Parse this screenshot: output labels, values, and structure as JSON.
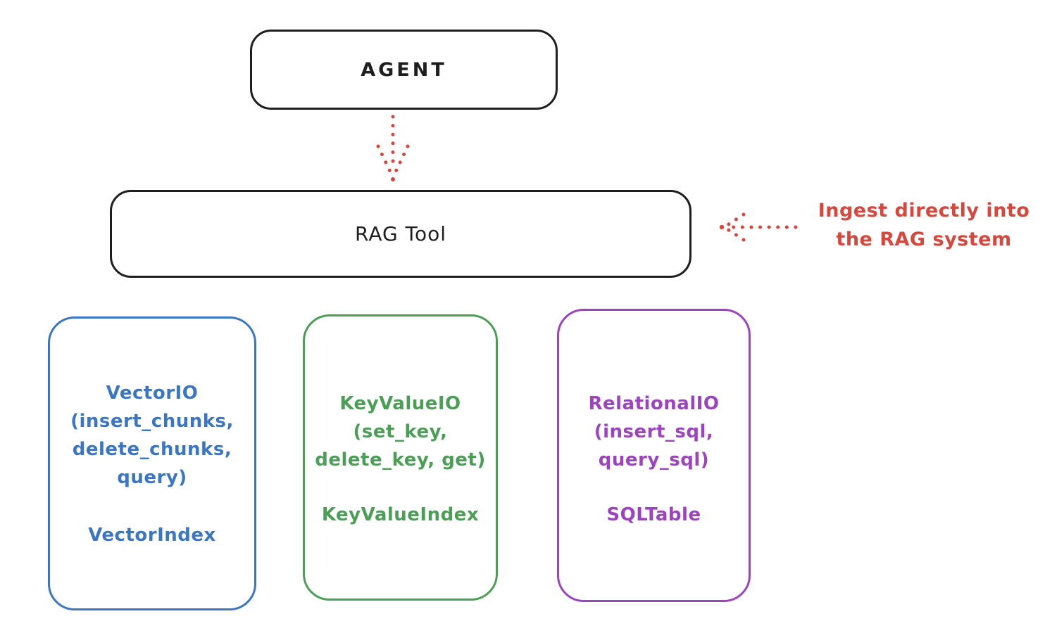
{
  "agent_box": {
    "label": "AGENT"
  },
  "rag_tool_box": {
    "label": "RAG Tool"
  },
  "ingest_annotation": {
    "line1": "Ingest directly into",
    "line2": "the RAG system"
  },
  "backends": [
    {
      "lines": [
        "VectorIO",
        "(insert_chunks,",
        "delete_chunks,",
        "query)"
      ],
      "index_label": "VectorIndex",
      "color": "#3b76c2"
    },
    {
      "lines": [
        "KeyValueIO",
        "(set_key,",
        "delete_key, get)"
      ],
      "index_label": "KeyValueIndex",
      "color": "#4b9e55"
    },
    {
      "lines": [
        "RelationalIO",
        "(insert_sql,",
        "query_sql)"
      ],
      "index_label": "SQLTable",
      "color": "#9c44bd"
    }
  ],
  "colors": {
    "ink": "#1e1e1e",
    "accent_red": "#d6473d",
    "vector_blue": "#3b76c2",
    "keyvalue_green": "#4b9e55",
    "relational_purple": "#9c44bd"
  }
}
